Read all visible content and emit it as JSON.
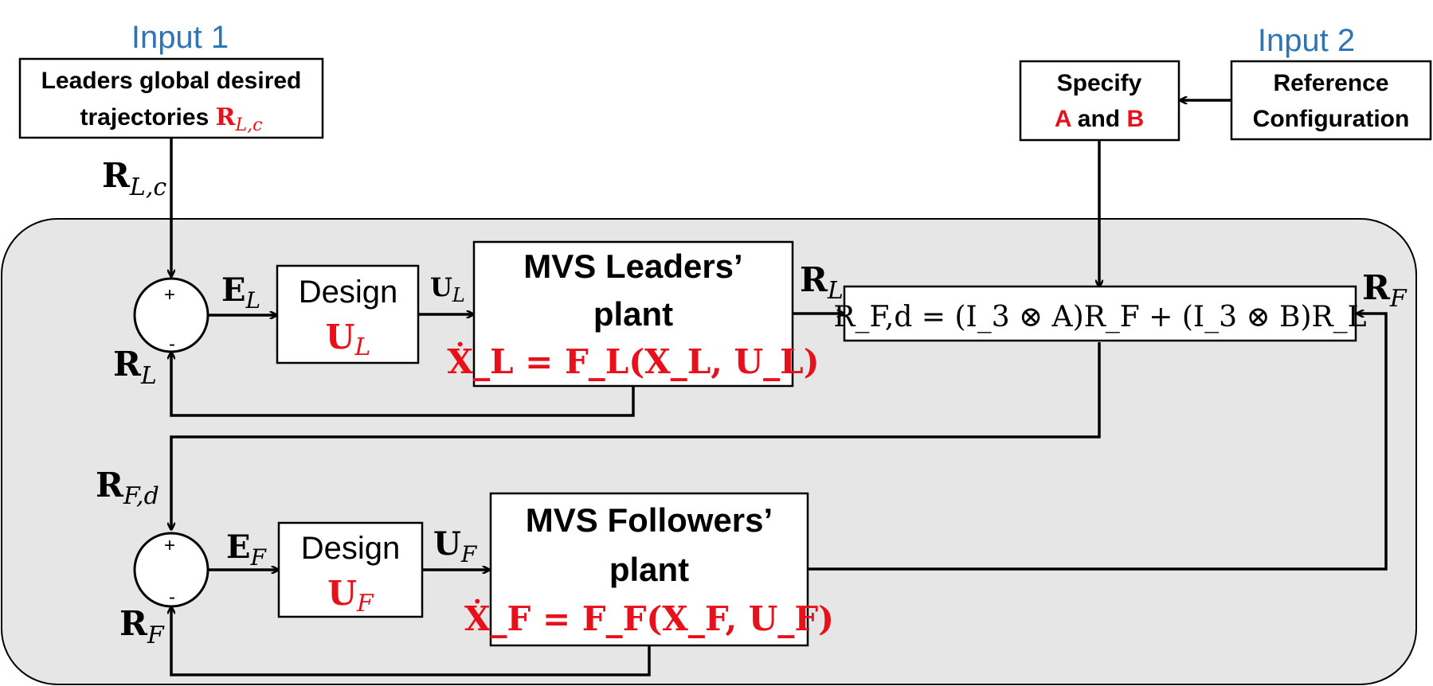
{
  "inputs": {
    "input1_title": "Input 1",
    "input2_title": "Input 2"
  },
  "leaders_box": {
    "line1": "Leaders global desired",
    "line2_text": "trajectories",
    "line2_symbol": "R",
    "line2_subscript": "L,c"
  },
  "specify_box": {
    "line1": "Specify",
    "a_label": "A",
    "and_label": "and",
    "b_label": "B"
  },
  "reference_box": {
    "line1": "Reference",
    "line2": "Configuration"
  },
  "signals": {
    "R_Lc": {
      "main": "R",
      "sub": "L,c"
    },
    "E_L": {
      "main": "E",
      "sub": "L"
    },
    "U_L": {
      "main": "U",
      "sub": "L"
    },
    "R_L_top": {
      "main": "R",
      "sub": "L"
    },
    "R_L_feedback": {
      "main": "R",
      "sub": "L"
    },
    "R_F_right": {
      "main": "R",
      "sub": "F"
    },
    "R_Fd": {
      "main": "R",
      "sub": "F,d"
    },
    "E_F": {
      "main": "E",
      "sub": "F"
    },
    "U_F": {
      "main": "U",
      "sub": "F"
    },
    "R_F_feedback": {
      "main": "R",
      "sub": "F"
    }
  },
  "summing_junctions": {
    "leader_plus": "+",
    "leader_minus": "-",
    "follower_plus": "+",
    "follower_minus": "-"
  },
  "design_leader": {
    "title": "Design",
    "main": "U",
    "sub": "L"
  },
  "design_follower": {
    "title": "Design",
    "main": "U",
    "sub": "F"
  },
  "leader_plant": {
    "line1": "MVS Leaders’",
    "line2": "plant",
    "equation": "Ẋ_L = F_L(X_L, U_L)"
  },
  "follower_plant": {
    "line1": "MVS Followers’",
    "line2": "plant",
    "equation": "Ẋ_F = F_F(X_F, U_F)"
  },
  "formation_equation": "R_F,d = (I_3 ⊗ A)R_F + (I_3 ⊗ B)R_L",
  "colors": {
    "input_title": "#2e75b6",
    "highlight": "#e8101a",
    "panel": "#e7e6e6"
  },
  "icons": [
    "arrowhead"
  ]
}
